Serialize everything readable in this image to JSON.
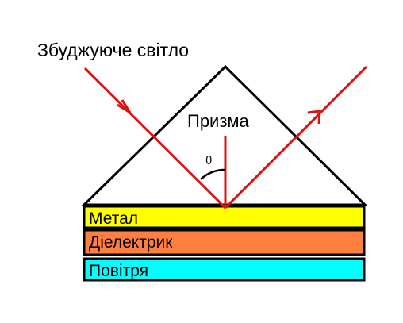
{
  "labels": {
    "excitation_light": "Збуджуюче світло",
    "prism": "Призма",
    "angle": "θ"
  },
  "layers": [
    {
      "id": "metal",
      "label": "Метал",
      "color": "#ffff00"
    },
    {
      "id": "dielectric",
      "label": "Діелектрик",
      "color": "#ff7f3f"
    },
    {
      "id": "air",
      "label": "Повітря",
      "color": "#00ffff"
    }
  ],
  "colors": {
    "beam": "#e01010",
    "outline": "#000000",
    "prism_fill": "#ffffff"
  }
}
